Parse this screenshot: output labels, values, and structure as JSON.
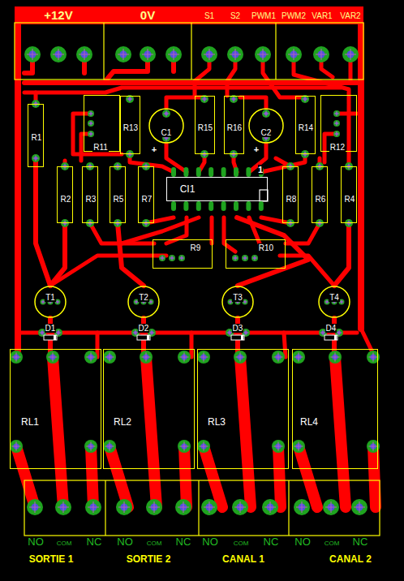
{
  "diagram": {
    "nodes": [
      {
        "text": [
          "R1"
        ]
      },
      {
        "text": [
          "R11"
        ]
      },
      {
        "text": [
          "R13"
        ]
      },
      {
        "text": [
          "C1"
        ]
      },
      {
        "text": [
          "R15"
        ]
      },
      {
        "text": [
          "R16"
        ]
      },
      {
        "text": [
          "C2"
        ]
      },
      {
        "text": [
          "R14"
        ]
      },
      {
        "text": [
          "R12"
        ]
      },
      {
        "text": [
          "CI1"
        ]
      },
      {
        "text": [
          "R2"
        ]
      },
      {
        "text": [
          "R3"
        ]
      },
      {
        "text": [
          "R5"
        ]
      },
      {
        "text": [
          "R7"
        ]
      },
      {
        "text": [
          "R8"
        ]
      },
      {
        "text": [
          "R6"
        ]
      },
      {
        "text": [
          "R4"
        ]
      },
      {
        "text": [
          "R9"
        ]
      },
      {
        "text": [
          "R10"
        ]
      },
      {
        "text": [
          "T1"
        ]
      },
      {
        "text": [
          "T2"
        ]
      },
      {
        "text": [
          "T3"
        ]
      },
      {
        "text": [
          "T4"
        ]
      },
      {
        "text": [
          "D1"
        ]
      },
      {
        "text": [
          "D2"
        ]
      },
      {
        "text": [
          "D3"
        ]
      },
      {
        "text": [
          "D4"
        ]
      },
      {
        "text": [
          "RL1"
        ]
      },
      {
        "text": [
          "RL2"
        ]
      },
      {
        "text": [
          "RL3"
        ]
      },
      {
        "text": [
          "RL4"
        ]
      }
    ],
    "labels": [
      "+12V",
      "0V",
      "S1",
      "S2",
      "PWM1",
      "PWM2",
      "VAR1",
      "VAR2",
      "+",
      "+",
      "1",
      "NO",
      "COM",
      "NC",
      "NO",
      "COM",
      "NC",
      "NO",
      "COM",
      "NC",
      "NO",
      "COM",
      "NC",
      "SORTIE 1",
      "SORTIE 2",
      "CANAL 1",
      "CANAL 2"
    ]
  }
}
